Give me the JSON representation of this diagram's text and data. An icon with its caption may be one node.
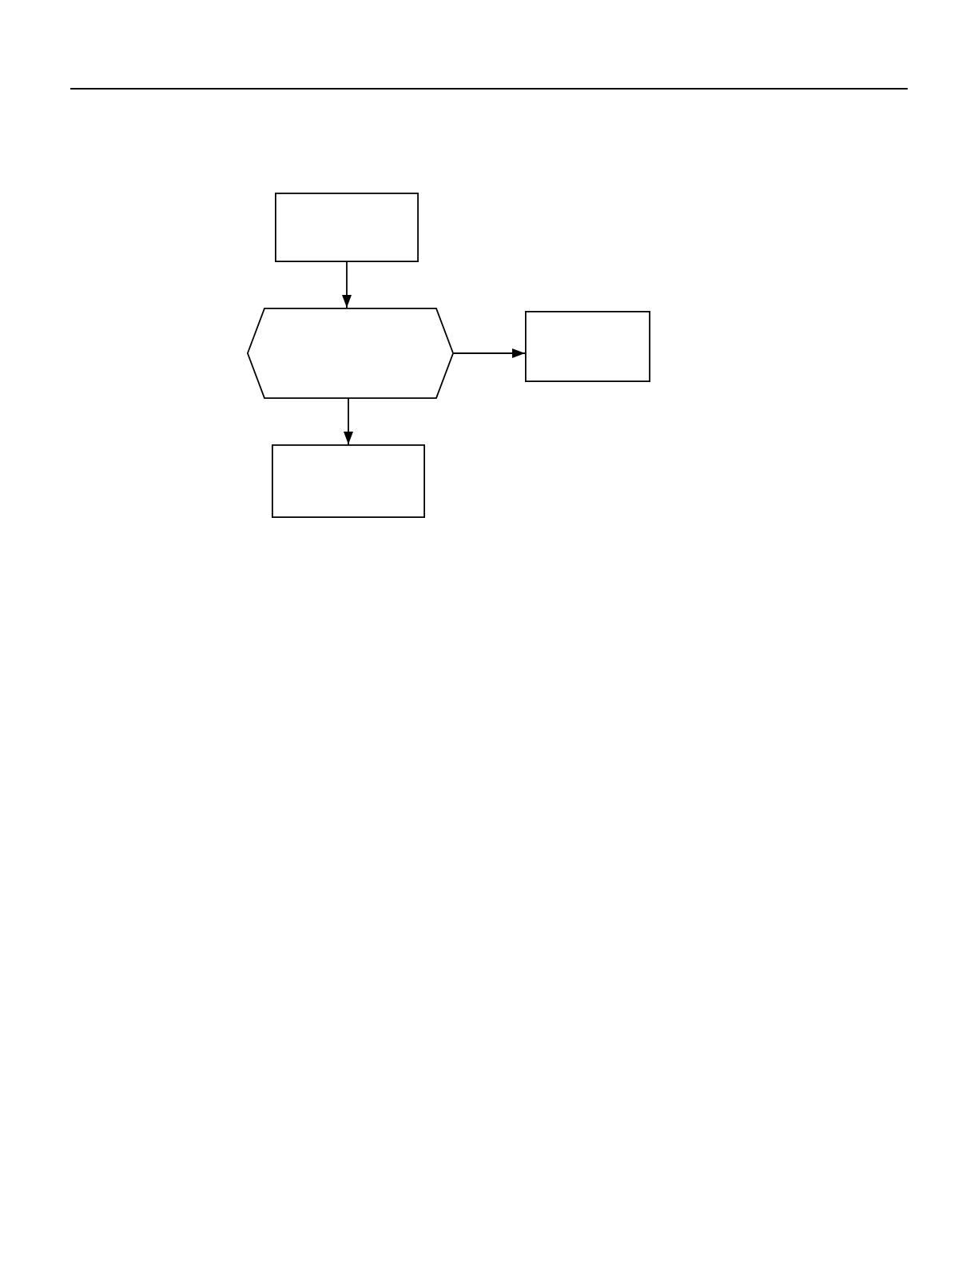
{
  "diagram": {
    "nodes": [
      {
        "text": [],
        "shape": "box"
      },
      {
        "text": [],
        "shape": "hexagon"
      },
      {
        "text": [],
        "shape": "box"
      },
      {
        "text": [],
        "shape": "box"
      }
    ],
    "edges": [
      {
        "from": 0,
        "to": 1,
        "arrow": "to"
      },
      {
        "from": 1,
        "to": 2,
        "arrow": "to"
      },
      {
        "from": 1,
        "to": 3,
        "arrow": "to"
      }
    ]
  }
}
